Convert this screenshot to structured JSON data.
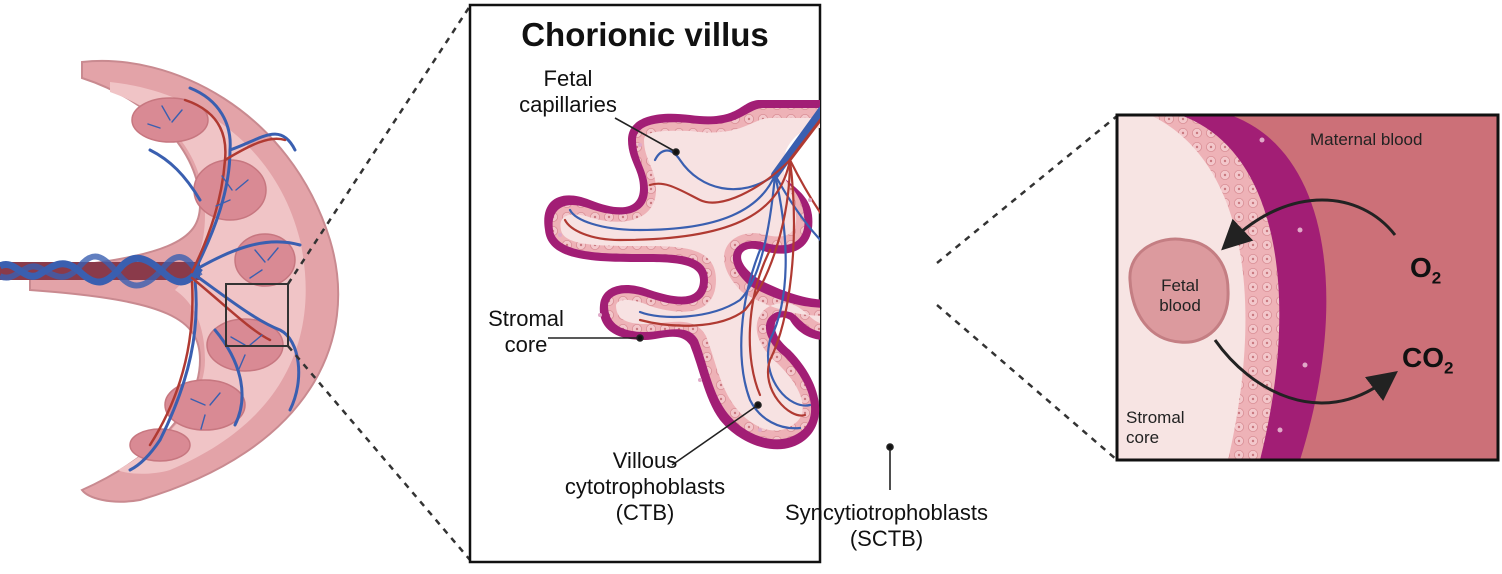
{
  "colors": {
    "syncytio": "#a21e75",
    "cyto": "#e8a9ae",
    "stroma": "#f6dede",
    "maternal": "#cc7078",
    "placenta_outer": "#e4a0a6",
    "vessel_blue": "#3a5fb0",
    "vessel_red": "#b03a32"
  },
  "panel_center": {
    "title": "Chorionic villus",
    "labels": {
      "fetal_capillaries": [
        "Fetal",
        "capillaries"
      ],
      "stromal_core": [
        "Stromal",
        "core"
      ],
      "villous_ctb": [
        "Villous",
        "cytotrophoblasts",
        "(CTB)"
      ],
      "sctb": [
        "Syncytiotrophoblasts",
        "(SCTB)"
      ]
    }
  },
  "panel_right": {
    "maternal_blood": "Maternal blood",
    "fetal_blood": [
      "Fetal",
      "blood"
    ],
    "stromal_core": [
      "Stromal",
      "core"
    ],
    "o2": {
      "base": "O",
      "sub": "2"
    },
    "co2": {
      "base": "CO",
      "sub": "2"
    }
  }
}
